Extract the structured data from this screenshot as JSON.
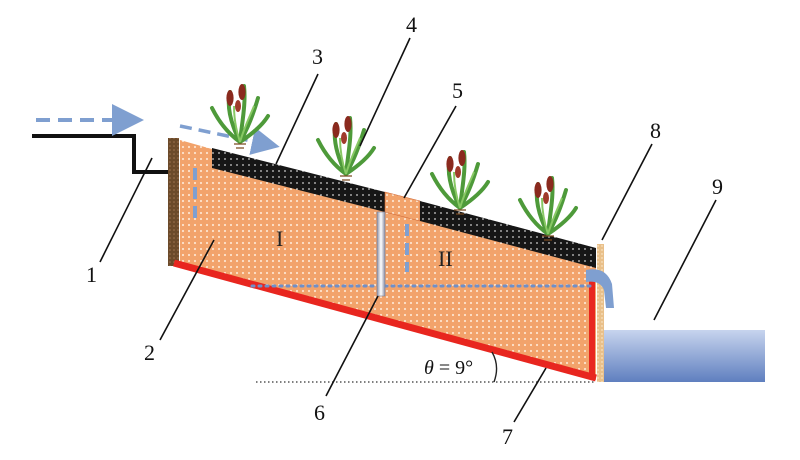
{
  "labels": {
    "n1": "1",
    "n2": "2",
    "n3": "3",
    "n4": "4",
    "n5": "5",
    "n6": "6",
    "n7": "7",
    "n8": "8",
    "n9": "9"
  },
  "zones": {
    "zone_1": "I",
    "zone_2": "II"
  },
  "angle": {
    "symbol": "θ",
    "value": " = 9°"
  },
  "colors": {
    "substrate_orange": "#f2a36b",
    "gravel_black": "#161616",
    "liner_red": "#e8261f",
    "water_blue": "#7f9fd0",
    "pond_blue": "#a9bde0",
    "wall_brown": "#6b4a2a",
    "outlet_tan": "#e9c08a"
  },
  "icons": {
    "plant": "cattail-plant-icon",
    "flow": "dashed-flow-arrow-icon"
  }
}
